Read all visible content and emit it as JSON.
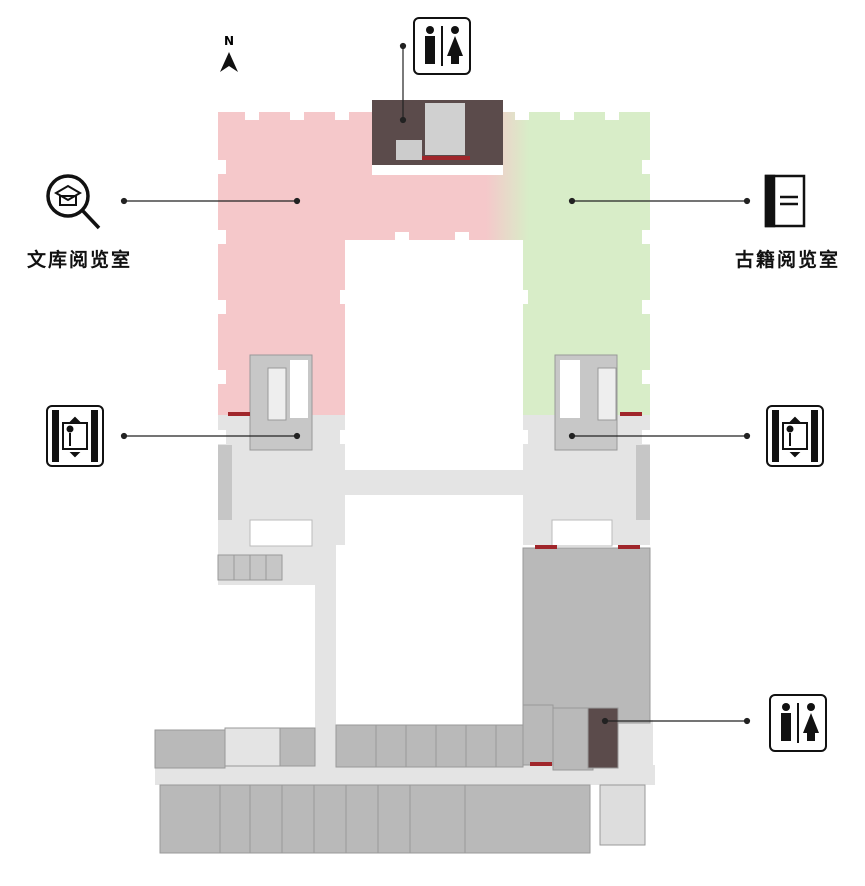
{
  "compass": {
    "label": "N"
  },
  "rooms": [
    {
      "id": "wenku",
      "label": "文库阅览室",
      "icon": "graduation-search-icon",
      "color": "#f5c8ca"
    },
    {
      "id": "guji",
      "label": "古籍阅览室",
      "icon": "book-icon",
      "color": "#d8edc8"
    }
  ],
  "facilities": [
    {
      "type": "restroom",
      "icon": "restroom-icon",
      "location": "north"
    },
    {
      "type": "elevator",
      "icon": "elevator-icon",
      "location": "west"
    },
    {
      "type": "elevator",
      "icon": "elevator-icon",
      "location": "east"
    },
    {
      "type": "restroom",
      "icon": "restroom-icon",
      "location": "southeast"
    }
  ],
  "colors": {
    "corridor": "#e4e4e4",
    "rooms_other": "#b9b9b9",
    "service": "#5b4b4b",
    "door": "#a0262b"
  }
}
